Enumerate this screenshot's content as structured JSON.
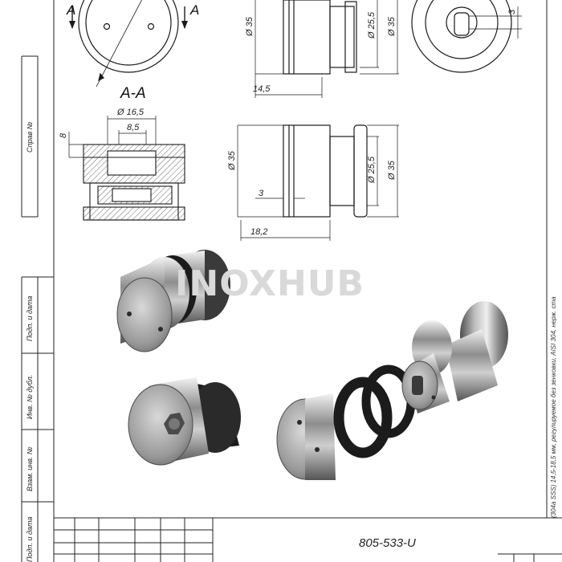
{
  "watermark": "INOXHUB",
  "section_label": "A-A",
  "section_marker": "A",
  "document_code": "805-533-U",
  "side_stamps": [
    "Справ №",
    "Подп. и дата",
    "Инв. № дубл.",
    "Взам. инв. №",
    "Подп. и дата"
  ],
  "edge_note": "(304a SSS) 14,5-18,5 мм, регулируемое без зенковки, AISI 304, нерж. ста",
  "dimensions": {
    "top_d35": "Ø 35",
    "top_d25_5": "Ø 25,5",
    "top_d35_right": "Ø 35",
    "top_14_5": "14,5",
    "top_slot": "3",
    "sec_d16_5": "Ø 16,5",
    "sec_8_5": "8,5",
    "sec_8": "8",
    "mid_d35": "Ø 35",
    "mid_3": "3",
    "mid_d25_5": "Ø 25,5",
    "mid_d35_right": "Ø 35",
    "mid_18_2": "18,2"
  },
  "colors": {
    "line": "#1a1a1a",
    "metal_dark": "#5a5a5a",
    "metal_light": "#d6d6d6",
    "rubber": "#1b1b1b"
  }
}
